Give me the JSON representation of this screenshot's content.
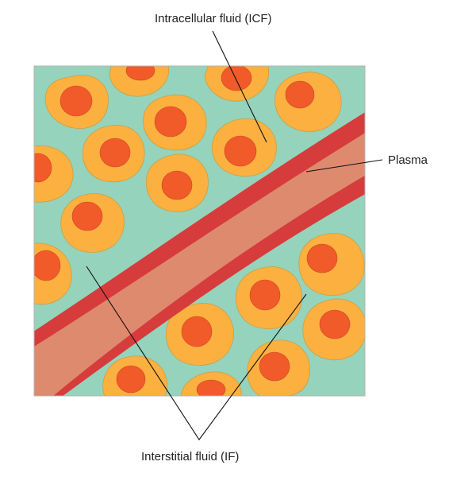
{
  "labels": {
    "icf": "Intracellular fluid (ICF)",
    "plasma": "Plasma",
    "if": "Interstitial fluid (IF)"
  },
  "colors": {
    "interstitial_fluid": "#95d3bc",
    "cell_cytoplasm": "#fbb040",
    "nucleus": "#f15a29",
    "vessel_wall": "#d63c3c",
    "plasma": "#de8a6e",
    "border": "#b5b5b5",
    "pointer_line": "#111111"
  }
}
